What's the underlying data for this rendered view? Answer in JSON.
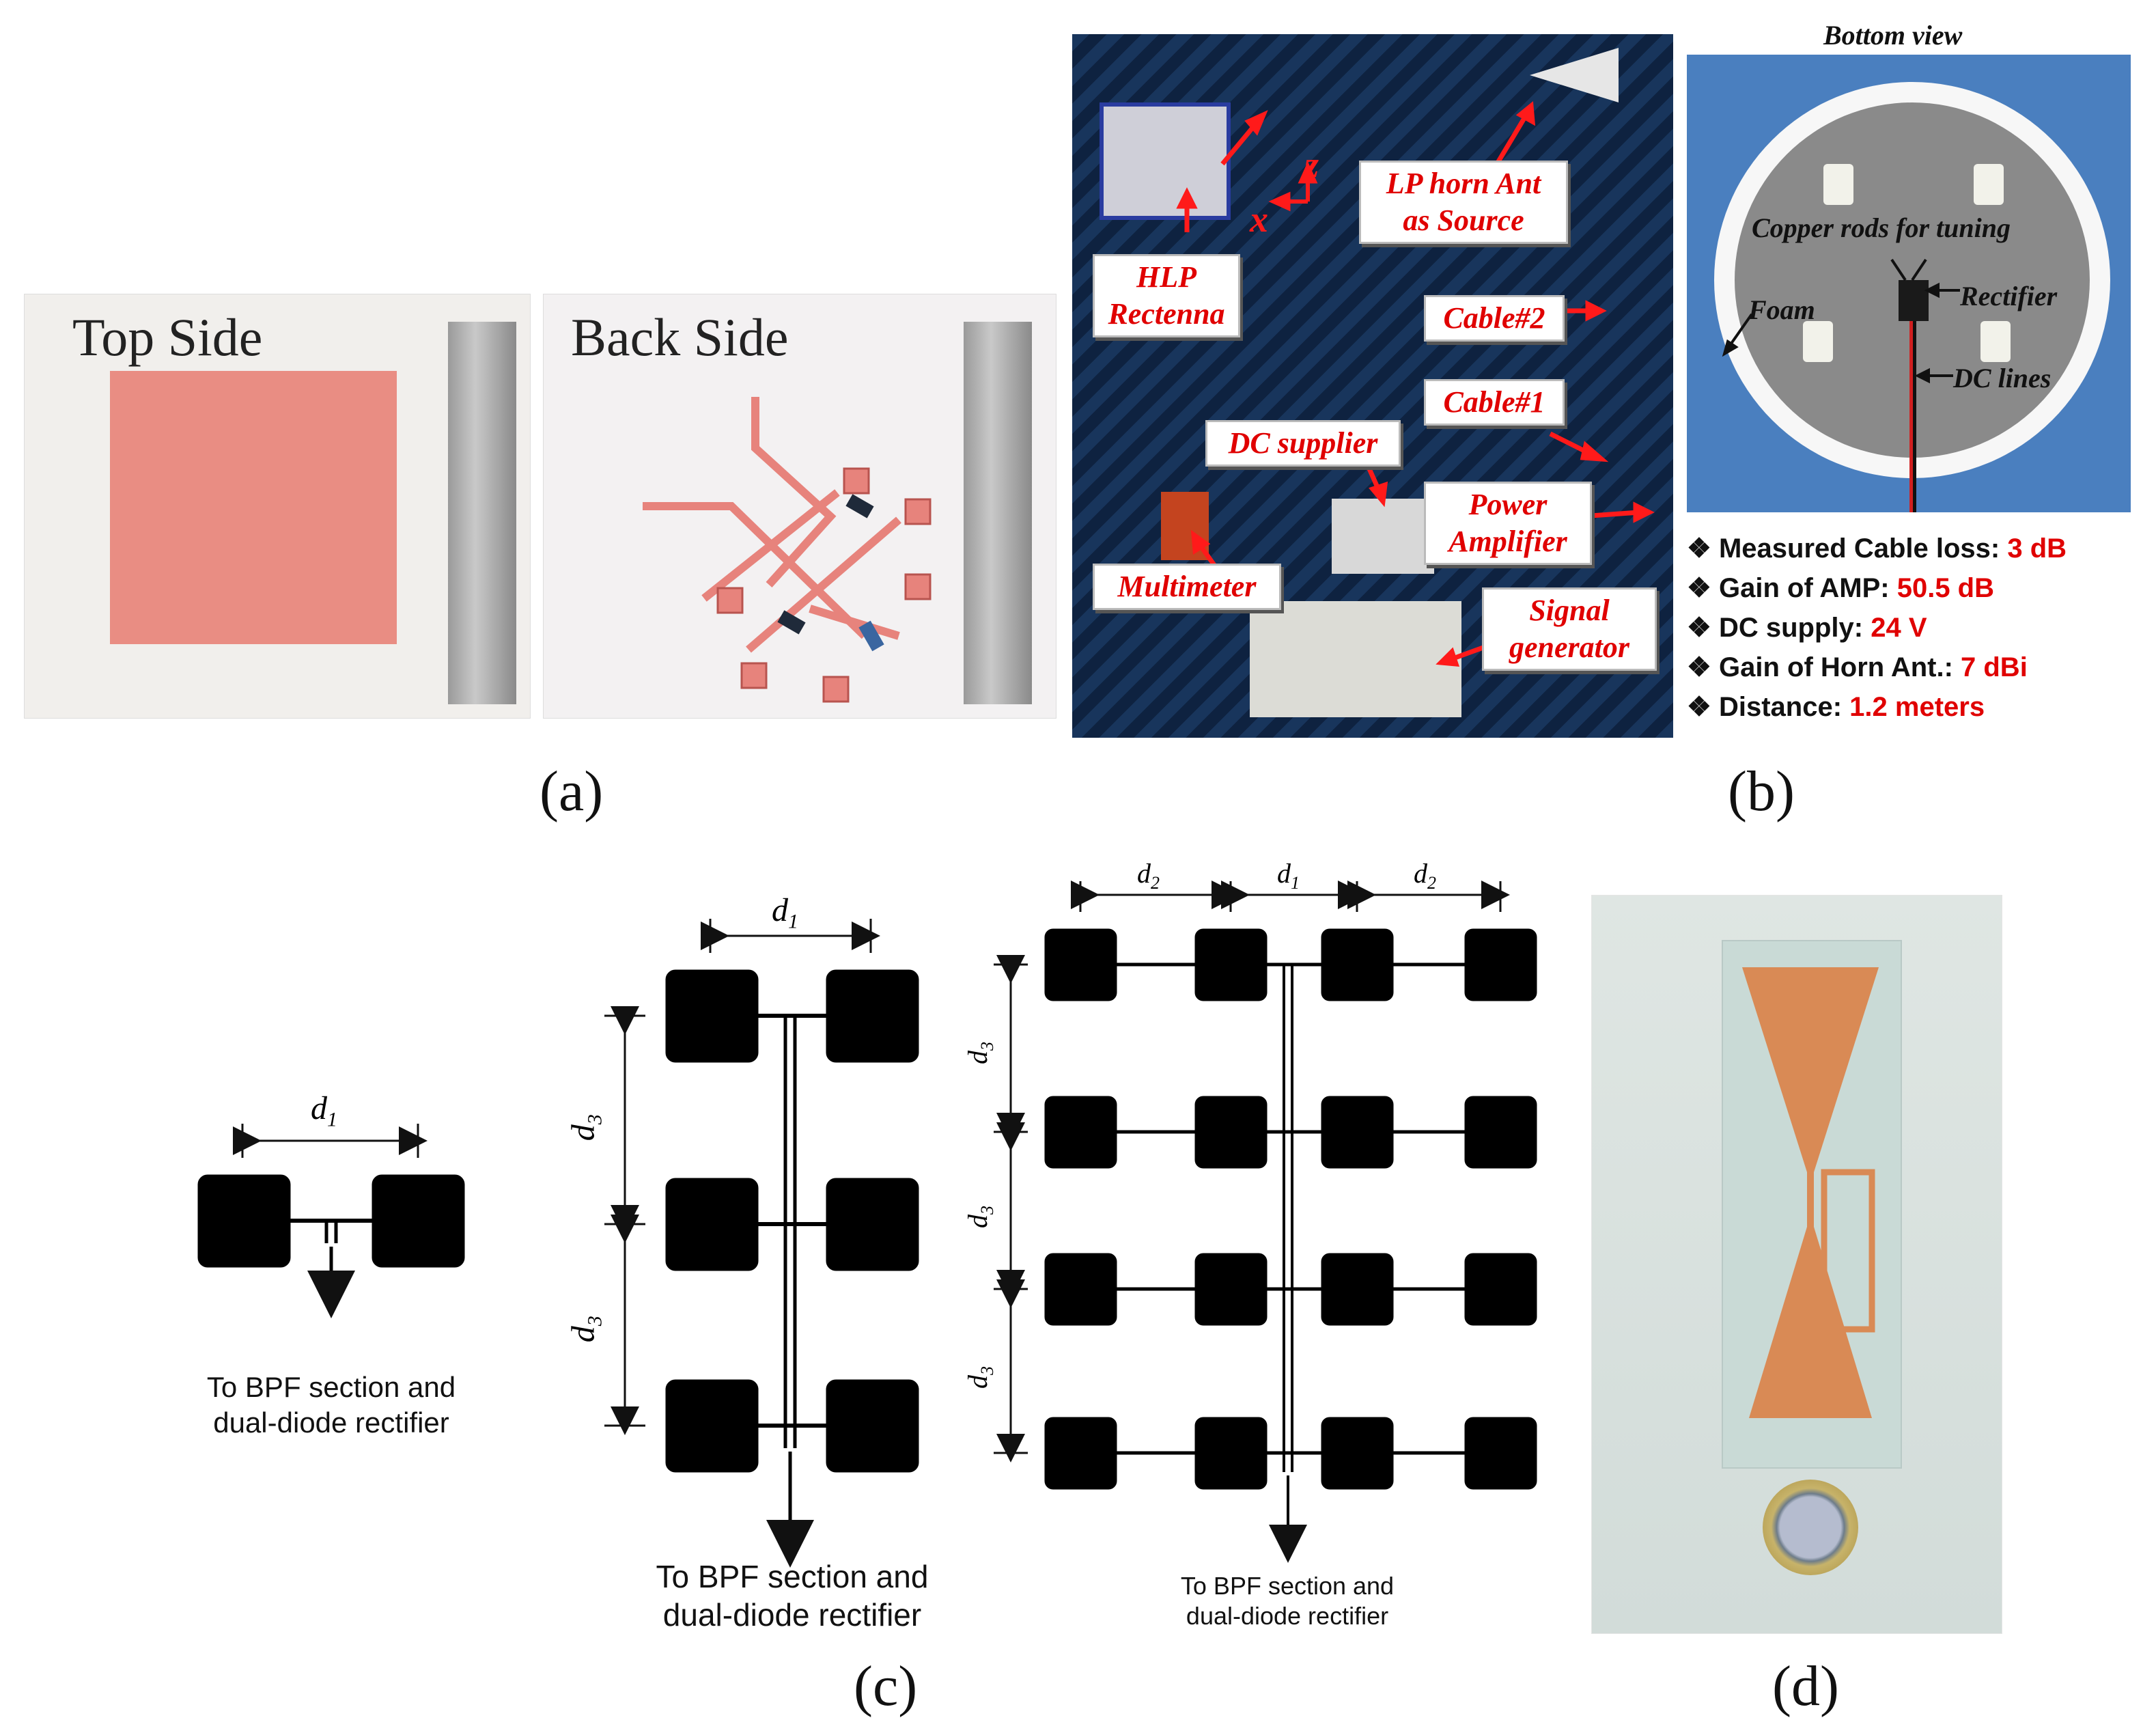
{
  "panel_a": {
    "caption": "(a)",
    "top_label": "Top Side",
    "back_label": "Back Side"
  },
  "panel_b": {
    "caption": "(b)",
    "callouts": {
      "hlp": "HLP\nRectenna",
      "horn": "LP horn Ant\nas Source",
      "cable2": "Cable#2",
      "cable1": "Cable#1",
      "dc_supplier": "DC supplier",
      "power_amp": "Power\nAmplifier",
      "multimeter": "Multimeter",
      "signal_gen": "Signal\ngenerator"
    },
    "axis_z": "z",
    "axis_x": "x",
    "bottom_view": {
      "title": "Bottom view",
      "copper": "Copper rods for tuning",
      "foam": "Foam",
      "rectifier": "Rectifier",
      "dc_lines": "DC lines"
    },
    "specs": [
      {
        "label": "Measured Cable loss: ",
        "value": "3 dB"
      },
      {
        "label": "Gain of AMP: ",
        "value": "50.5 dB"
      },
      {
        "label": "DC supply: ",
        "value": "24 V"
      },
      {
        "label": "Gain of Horn Ant.: ",
        "value": "7 dBi"
      },
      {
        "label": "Distance: ",
        "value": "1.2 meters"
      }
    ],
    "colors": {
      "highlight": "#e00000",
      "arrow": "#ff1a1a"
    }
  },
  "panel_c": {
    "caption": "(c)",
    "d1": "d",
    "d1_sub": "1",
    "d2": "d",
    "d2_sub": "2",
    "d3": "d",
    "d3_sub": "3",
    "note_line1": "To BPF section and",
    "note_line2": "dual-diode rectifier"
  },
  "panel_d": {
    "caption": "(d)"
  }
}
